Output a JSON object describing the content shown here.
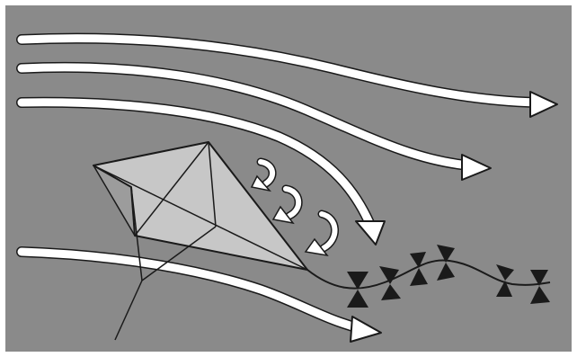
{
  "diagram": {
    "subject": "kite",
    "colors": {
      "background": "#8a8a8a",
      "border": "#ffffff",
      "wind_arrow_fill": "#ffffff",
      "wind_arrow_outline": "#1a1a1a",
      "kite_front_face": "#c7c7c7",
      "kite_side_face": "#9c9c9c",
      "kite_outline": "#1a1a1a",
      "tail_bow": "#1a1a1a",
      "line": "#1a1a1a"
    },
    "icons": {
      "wind_arrow": "long-curved-arrow",
      "turbulence": "curl-arrow",
      "tail": "bow-tie"
    }
  }
}
